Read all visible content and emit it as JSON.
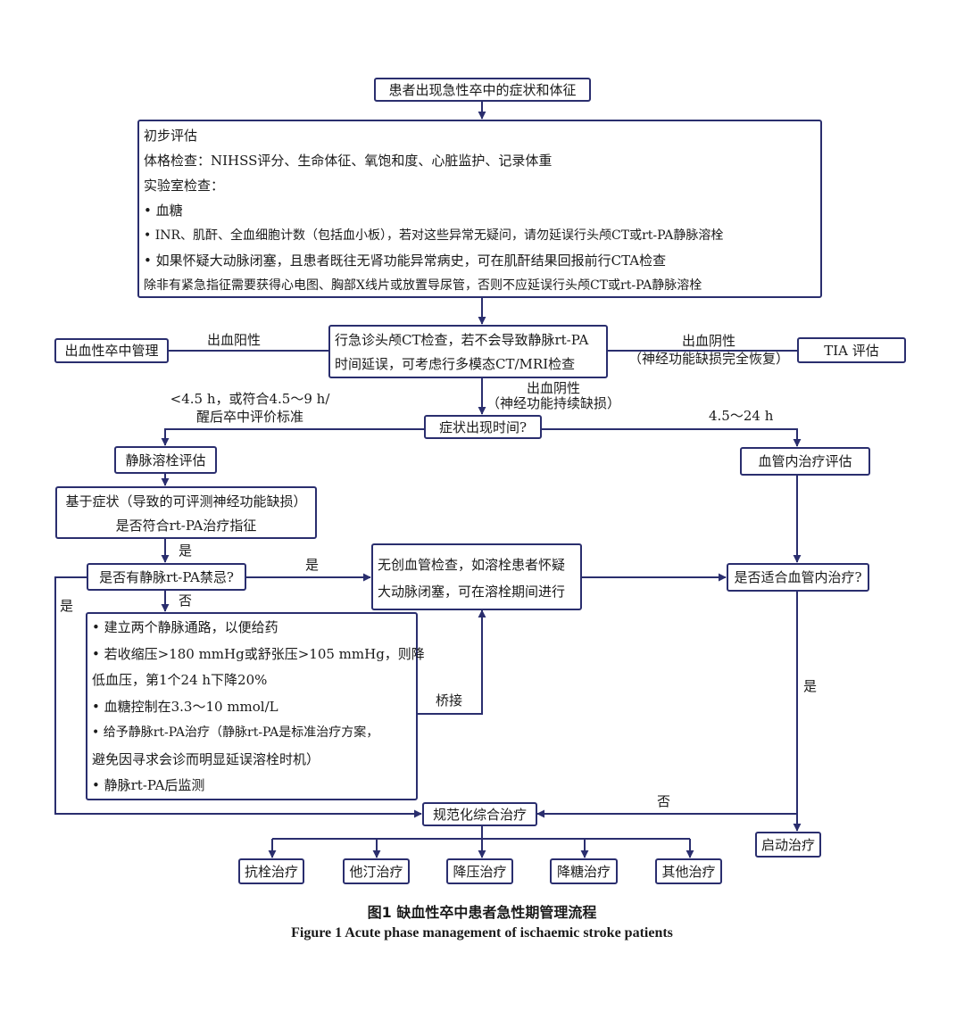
{
  "nodes": {
    "start": "患者出现急性卒中的症状和体征",
    "initial": [
      "初步评估",
      "体格检查：NIHSS评分、生命体征、氧饱和度、心脏监护、记录体重",
      "实验室检查：",
      "• 血糖",
      "• INR、肌酐、全血细胞计数（包括血小板），若对这些异常无疑问，请勿延误行头颅CT或rt-PA静脉溶栓",
      "• 如果怀疑大动脉闭塞，且患者既往无肾功能异常病史，可在肌酐结果回报前行CTA检查",
      "除非有紧急指征需要获得心电图、胸部X线片或放置导尿管，否则不应延误行头颅CT或rt-PA静脉溶栓"
    ],
    "ct": [
      "行急诊头颅CT检查，若不会导致静脉rt-PA",
      "时间延误，可考虑行多模态CT/MRI检查"
    ],
    "hemorrhagic": "出血性卒中管理",
    "tia": "TIA 评估",
    "onset": "症状出现时间?",
    "iv_eval": "静脉溶栓评估",
    "symptom": [
      "基于症状（导致的可评测神经功能缺损）",
      "是否符合rt-PA治疗指征"
    ],
    "contra": "是否有静脉rt-PA禁忌?",
    "noninvasive": [
      "无创血管检查，如溶栓患者怀疑",
      "大动脉闭塞，可在溶栓期间进行"
    ],
    "endo_eval": "血管内治疗评估",
    "endo_suitable": "是否适合血管内治疗?",
    "treatment": [
      "• 建立两个静脉通路，以便给药",
      "• 若收缩压>180 mmHg或舒张压>105 mmHg，则降",
      "低血压，第1个24 h下降20%",
      "• 血糖控制在3.3～10 mmol/L",
      "• 给予静脉rt-PA治疗（静脉rt-PA是标准治疗方案，",
      "避免因寻求会诊而明显延误溶栓时机）",
      "• 静脉rt-PA后监测"
    ],
    "standard": "规范化综合治疗",
    "start_tx": "启动治疗",
    "sub": [
      "抗栓治疗",
      "他汀治疗",
      "降压治疗",
      "降糖治疗",
      "其他治疗"
    ]
  },
  "labels": {
    "hem_pos": "出血阳性",
    "hem_neg_right": [
      "出血阴性",
      "（神经功能缺损完全恢复）"
    ],
    "hem_neg_down": [
      "出血阴性",
      "（神经功能持续缺损）"
    ],
    "time_left": [
      "<4.5 h，或符合4.5～9 h/",
      "醒后卒中评价标准"
    ],
    "time_right": "4.5～24 h",
    "yes_symptom": "是",
    "yes_contra": "是",
    "no_contra": "否",
    "yes_left": "是",
    "bridge": "桥接",
    "yes_endo": "是",
    "no_endo": "否"
  },
  "caption": {
    "cn": "图1   缺血性卒中患者急性期管理流程",
    "en": "Figure 1   Acute phase management of ischaemic stroke patients"
  },
  "colors": {
    "border": "#2a2e6e",
    "arrow": "#2a2e6e",
    "text": "#1a1a1a"
  }
}
